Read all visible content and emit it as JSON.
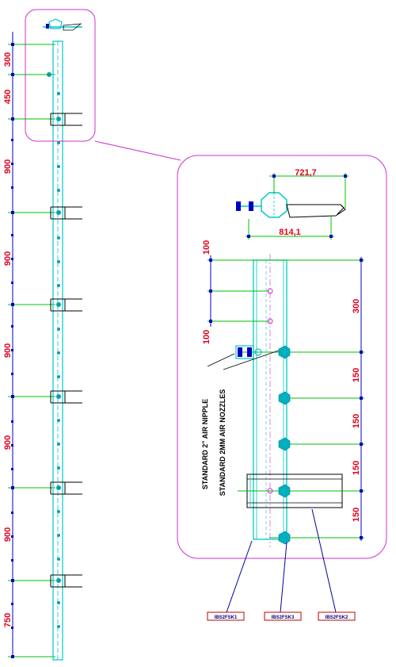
{
  "colors": {
    "pipe": "#00c8c8",
    "dim_line": "#00c000",
    "dim_text": "#e0001a",
    "dim_tick": "#0000c0",
    "callout": "#cc33cc",
    "tag": "#0000a0"
  },
  "left_view": {
    "dimensions": [
      "300",
      "450",
      "900",
      "900",
      "900",
      "900",
      "900",
      "750"
    ]
  },
  "detail_view": {
    "top_dims": {
      "width_a": "721,7",
      "width_b": "814,1"
    },
    "left_dims": {
      "top": "100",
      "bottom": "100"
    },
    "right_dims": [
      "300",
      "150",
      "150",
      "150",
      "150"
    ],
    "notes": {
      "nipple": "STANDARD 2\" AIR NIPPLE",
      "nozzles": "STANDARD 2MM AIR NOZZLES"
    },
    "tags": [
      "IBS2FSK1",
      "IBS2FSK3",
      "IBS2FSK2"
    ]
  }
}
